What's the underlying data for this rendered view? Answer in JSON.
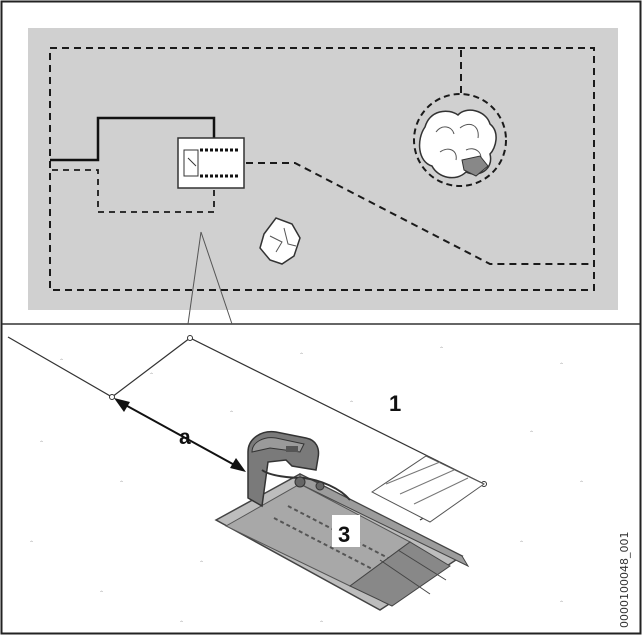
{
  "labels": {
    "one": "1",
    "a": "a",
    "three": "3"
  },
  "image_code": "0000100048_001",
  "colors": {
    "lawn_gray": "#d0d0d0",
    "line": "#1a1a1a",
    "background": "#ffffff"
  },
  "icons": {
    "docking_station": "docking-station-icon",
    "tree": "tree-icon",
    "shrub": "shrub-icon",
    "robot_mower": "robot-mower-icon"
  }
}
